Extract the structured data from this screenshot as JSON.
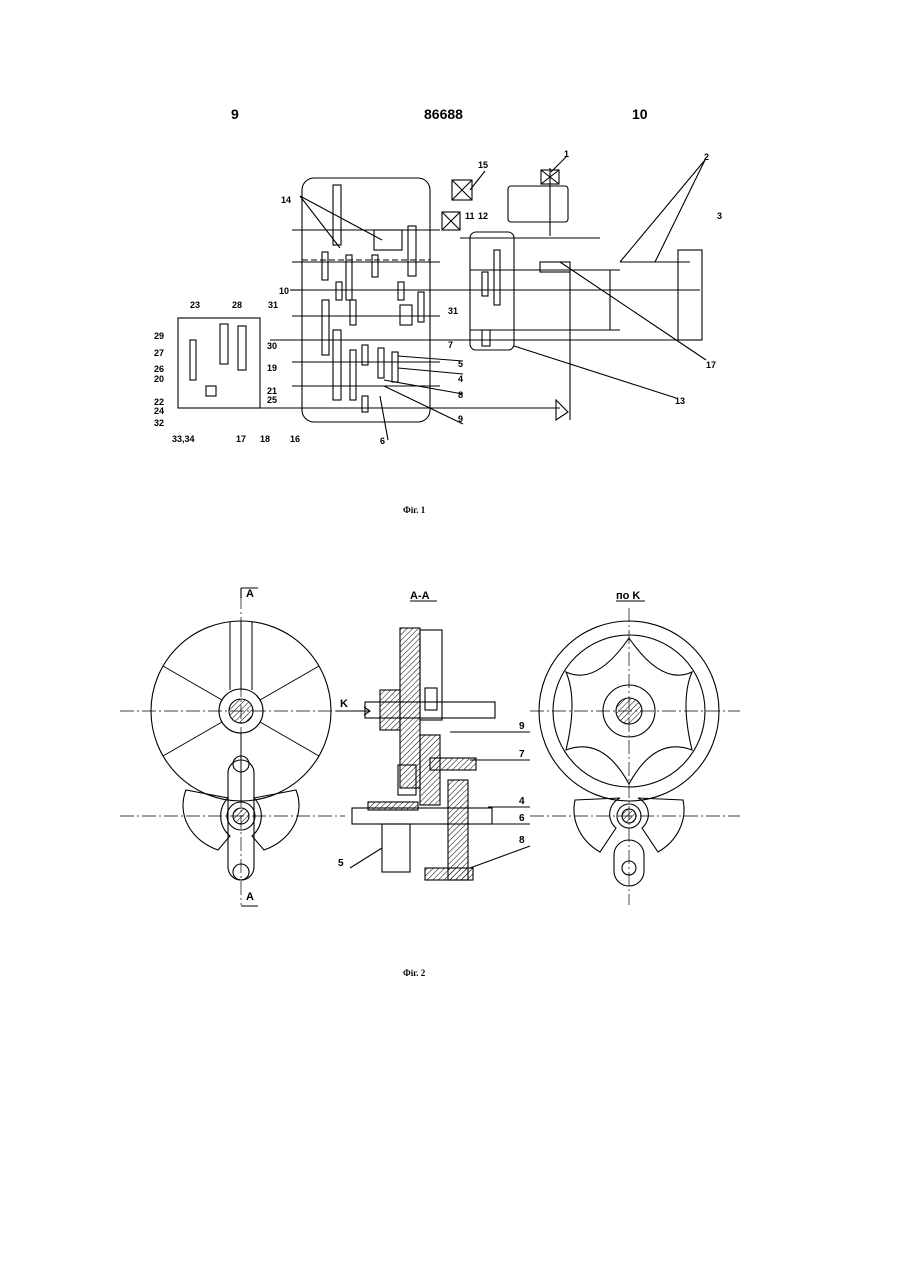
{
  "header": {
    "page_left": "9",
    "patent_number": "86688",
    "page_right": "10"
  },
  "fig1": {
    "caption": "Фіг. 1",
    "labels": [
      "1",
      "2",
      "3",
      "13",
      "14",
      "15",
      "11",
      "12",
      "10",
      "17",
      "23",
      "28",
      "31",
      "29",
      "27",
      "30",
      "26",
      "20",
      "19",
      "22",
      "24",
      "21",
      "25",
      "32",
      "33,34",
      "18",
      "16",
      "6",
      "9",
      "8",
      "4",
      "5",
      "7"
    ]
  },
  "fig2": {
    "caption": "Фіг. 2",
    "section_marker": "A",
    "section_title": "A-A",
    "view_title": "по K",
    "view_arrow": "K",
    "labels": [
      "9",
      "7",
      "4",
      "6",
      "5",
      "8"
    ]
  }
}
